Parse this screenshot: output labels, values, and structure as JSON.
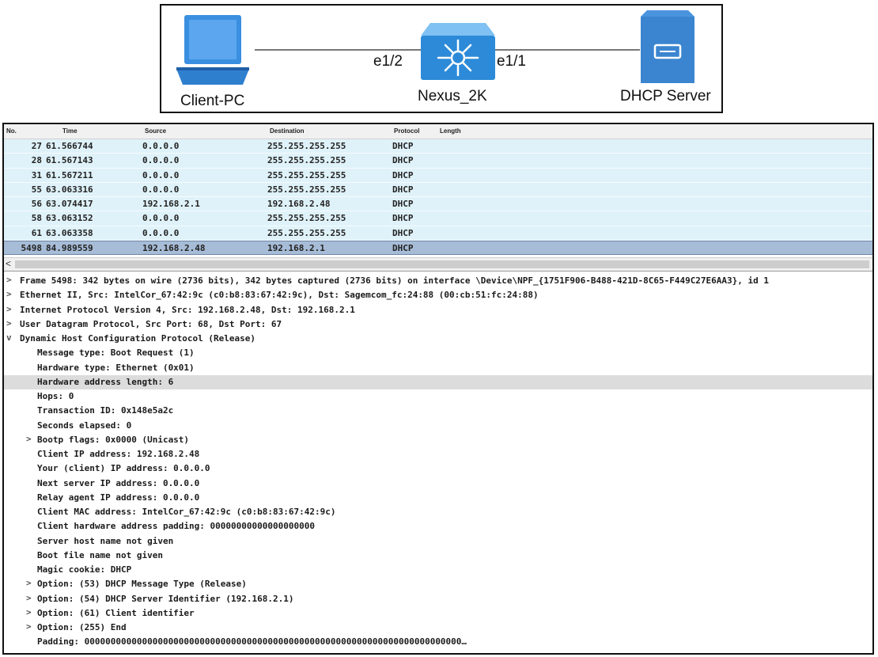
{
  "topology": {
    "client_label": "Client-PC",
    "switch_label": "Nexus_2K",
    "server_label": "DHCP Server",
    "port_client_side": "e1/2",
    "port_server_side": "e1/1",
    "colors": {
      "device_blue": "#3a8fe0",
      "switch_blue": "#2c8ad8",
      "server_blue": "#4a94dd",
      "link": "#777777"
    }
  },
  "capture": {
    "columns": [
      "No.",
      "Time",
      "Source",
      "Destination",
      "Protocol",
      "Length"
    ],
    "packets": [
      {
        "no": "27",
        "time": "61.566744",
        "src": "0.0.0.0",
        "dst": "255.255.255.255",
        "proto": "DHCP"
      },
      {
        "no": "28",
        "time": "61.567143",
        "src": "0.0.0.0",
        "dst": "255.255.255.255",
        "proto": "DHCP"
      },
      {
        "no": "31",
        "time": "61.567211",
        "src": "0.0.0.0",
        "dst": "255.255.255.255",
        "proto": "DHCP"
      },
      {
        "no": "55",
        "time": "63.063316",
        "src": "0.0.0.0",
        "dst": "255.255.255.255",
        "proto": "DHCP"
      },
      {
        "no": "56",
        "time": "63.074417",
        "src": "192.168.2.1",
        "dst": "192.168.2.48",
        "proto": "DHCP"
      },
      {
        "no": "58",
        "time": "63.063152",
        "src": "0.0.0.0",
        "dst": "255.255.255.255",
        "proto": "DHCP"
      },
      {
        "no": "61",
        "time": "63.063358",
        "src": "0.0.0.0",
        "dst": "255.255.255.255",
        "proto": "DHCP"
      },
      {
        "no": "5498",
        "time": "84.989559",
        "src": "192.168.2.48",
        "dst": "192.168.2.1",
        "proto": "DHCP"
      }
    ],
    "selected_packet": "5498",
    "scroll_left_glyph": "<",
    "colors": {
      "row_bg": "#dff2f9",
      "selected_bg": "#a7bcd6"
    }
  },
  "details": {
    "frame": "Frame 5498: 342 bytes on wire (2736 bits), 342 bytes captured (2736 bits) on interface \\Device\\NPF_{1751F906-B488-421D-8C65-F449C27E6AA3}, id 1",
    "ethernet": "Ethernet II, Src: IntelCor_67:42:9c (c0:b8:83:67:42:9c), Dst: Sagemcom_fc:24:88 (00:cb:51:fc:24:88)",
    "ip": "Internet Protocol Version 4, Src: 192.168.2.48, Dst: 192.168.2.1",
    "udp": "User Datagram Protocol, Src Port: 68, Dst Port: 67",
    "dhcp": "Dynamic Host Configuration Protocol (Release)",
    "fields": {
      "msg_type": "Message type: Boot Request (1)",
      "hw_type": "Hardware type: Ethernet (0x01)",
      "hw_len": "Hardware address length: 6",
      "hops": "Hops: 0",
      "xid": "Transaction ID: 0x148e5a2c",
      "secs": "Seconds elapsed: 0",
      "flags": "Bootp flags: 0x0000 (Unicast)",
      "ciaddr": "Client IP address: 192.168.2.48",
      "yiaddr": "Your (client) IP address: 0.0.0.0",
      "siaddr": "Next server IP address: 0.0.0.0",
      "giaddr": "Relay agent IP address: 0.0.0.0",
      "chaddr": "Client MAC address: IntelCor_67:42:9c (c0:b8:83:67:42:9c)",
      "padding_hw": "Client hardware address padding: 00000000000000000000",
      "sname": "Server host name not given",
      "file": "Boot file name not given",
      "cookie": "Magic cookie: DHCP",
      "opt53": "Option: (53) DHCP Message Type (Release)",
      "opt54": "Option: (54) DHCP Server Identifier (192.168.2.1)",
      "opt61": "Option: (61) Client identifier",
      "opt255": "Option: (255) End",
      "padding": "Padding: 000000000000000000000000000000000000000000000000000000000000000000000000…"
    },
    "glyph_collapsed": ">",
    "glyph_expanded": "v",
    "highlight_color": "#dcdcdc"
  }
}
